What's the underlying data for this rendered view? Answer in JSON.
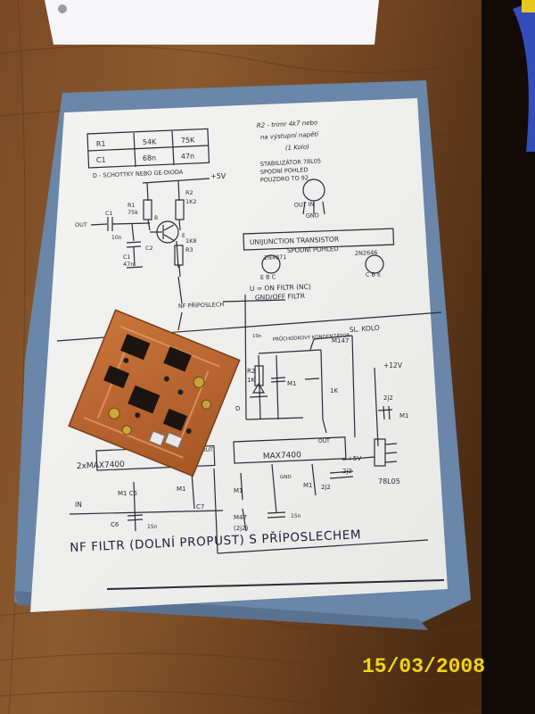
{
  "photo": {
    "date_stamp": "15/03/2008"
  },
  "schematic": {
    "title": "NF FILTR (DOLNÍ PROPUST) S PŘÍPOSLECHEM",
    "table": {
      "rows": [
        {
          "label": "R1",
          "v1": "54K",
          "v2": "75K"
        },
        {
          "label": "C1",
          "v1": "68n",
          "v2": "47n"
        }
      ],
      "note": "D - SCHOTTKY NEBO GE-DIODA"
    },
    "notes": {
      "r2_note_line1": "R2 - trimr 4k7 nebo",
      "r2_note_line2": "na výstupní napětí",
      "r2_note_line3": "(1 Kolo)",
      "stab_line1": "STABILIZÁTOR 78L05",
      "stab_line2": "SPODNÍ POHLED",
      "stab_line3": "POUZDRO TO 92",
      "stab_pins": "OUT  IN",
      "stab_gnd": "GND",
      "uj_line1": "UNIJUNCTION TRANSISTOR",
      "uj_line2": "SPODNÍ POHLED",
      "uj_part1": "2N4871",
      "uj_part2": "2N2646",
      "uj_pins1": "E B C",
      "uj_pins2": "C B E",
      "filter_on": "U = ON FILTR (NC)",
      "filter_off": "GND/OFF FILTR",
      "nf_label": "NF PŘÍPOSLECH",
      "sl_kolo": "SL. KOLO",
      "prochodkovy": "PRŮCHODKOVÝ KONDENZÁTOR"
    },
    "components": {
      "plus5v_top": "+5V",
      "r1": "R1",
      "r1_val": "75k",
      "r2": "R2",
      "r2_val": "1K2",
      "r3": "R3",
      "r3_val": "1K8",
      "c1": "C1",
      "c1_val": "47n",
      "c2": "C2",
      "c1_in": "C1",
      "c1_in_val": "10n",
      "out": "OUT",
      "b": "B",
      "e": "E",
      "m147": "M147",
      "n10": "10n",
      "r2b": "R2",
      "r2b_val": "1K",
      "m1a": "M1",
      "d": "D",
      "r1k": "1K",
      "plus12v": "+12V",
      "c242a": "2j2",
      "m1b": "M1",
      "ic1": "2xMAX7400",
      "ic1_pin": "OUT",
      "ic2": "MAX7400",
      "ic2_pin": "OUT",
      "plus5v_mid": "+5V",
      "c242b": "2j2",
      "reg": "78L05",
      "in": "IN",
      "c5": "M1 C5",
      "c6": "C6",
      "c6_val": "15n",
      "c7": "C7",
      "m1c": "M1",
      "m1d": "M1",
      "m47": "M47",
      "m47_val": "(2j2)",
      "n15": "15n",
      "gnd": "GND",
      "m1e": "M1",
      "c242c": "2j2"
    }
  }
}
